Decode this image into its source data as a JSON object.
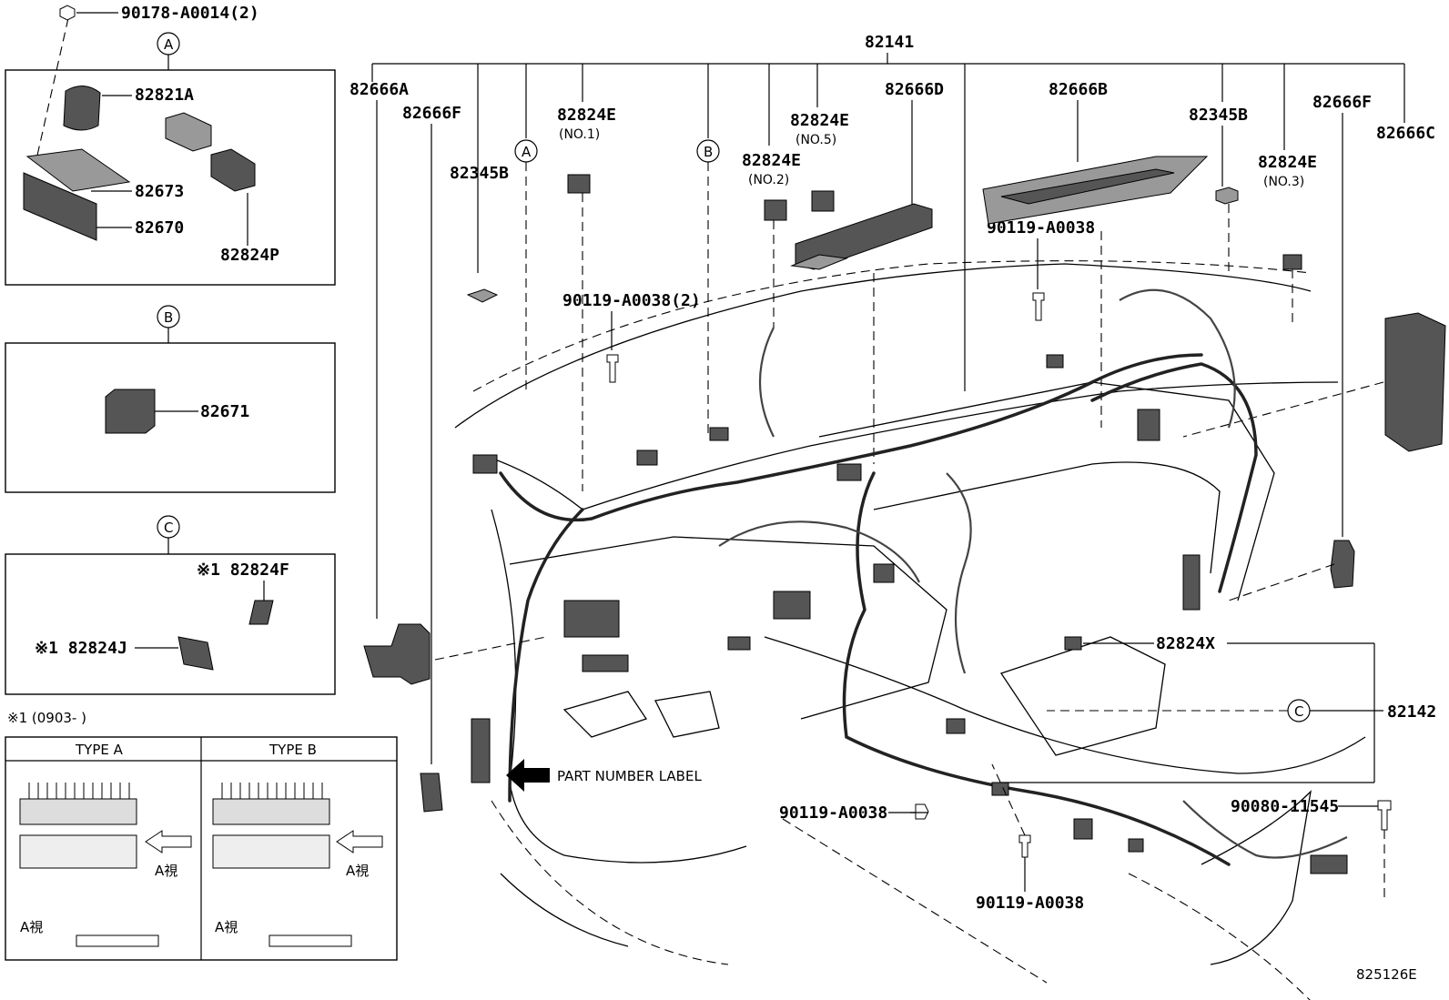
{
  "diagram_code": "825126E",
  "note_label": "※1 (0903-     )",
  "part_number_label": "PART NUMBER LABEL",
  "callouts": {
    "A": "A",
    "B": "B",
    "C": "C"
  },
  "inset_A": {
    "parts": [
      "90178-A0014(2)",
      "82821A",
      "82673",
      "82670",
      "82824P"
    ]
  },
  "inset_B": {
    "parts": [
      "82671"
    ]
  },
  "inset_C": {
    "parts": [
      "※1 82824F",
      "※1 82824J"
    ]
  },
  "type_table": {
    "type_a": "TYPE A",
    "type_b": "TYPE B",
    "view_label": "A視"
  },
  "main_labels": {
    "p82141": "82141",
    "p82666A": "82666A",
    "p82666F_left": "82666F",
    "p82345B_left": "82345B",
    "p82824E_no1": "82824E",
    "no1": "(NO.1)",
    "p82824E_no2": "82824E",
    "no2": "(NO.2)",
    "p82824E_no5": "82824E",
    "no5": "(NO.5)",
    "p82666D": "82666D",
    "p82666B": "82666B",
    "p82345B_right": "82345B",
    "p82824E_no3": "82824E",
    "no3": "(NO.3)",
    "p82666F_right": "82666F",
    "p82666C": "82666C",
    "bolt_2": "90119-A0038(2)",
    "bolt_top": "90119-A0038",
    "p82824X": "82824X",
    "p82142": "82142",
    "bolt_mid": "90119-A0038",
    "bolt_bottom": "90119-A0038",
    "bolt_right": "90080-11545"
  }
}
